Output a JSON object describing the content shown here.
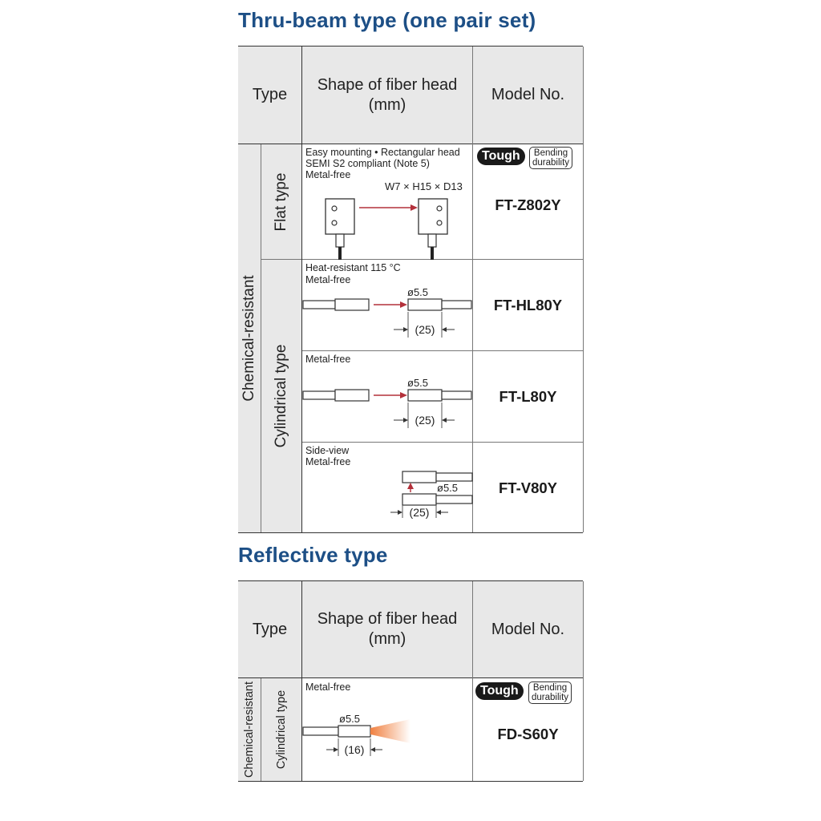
{
  "thru_beam": {
    "title": "Thru-beam type (one pair set)",
    "headers": {
      "type": "Type",
      "shape": "Shape of fiber head\n(mm)",
      "model": "Model No."
    },
    "category": "Chemical-resistant",
    "groups": [
      {
        "label": "Flat type"
      },
      {
        "label": "Cylindrical type"
      }
    ],
    "rows": [
      {
        "notes": [
          "Easy mounting • Rectangular head",
          "SEMI S2 compliant (Note 5)",
          "Metal-free"
        ],
        "dimension": "W7 × H15 × D13",
        "model": "FT-Z802Y",
        "badges": [
          "Tough",
          "Bending\ndurability"
        ]
      },
      {
        "notes": [
          "Heat-resistant 115 °C",
          "Metal-free"
        ],
        "diameter": "ø5.5",
        "length": "(25)",
        "model": "FT-HL80Y"
      },
      {
        "notes": [
          "Metal-free"
        ],
        "diameter": "ø5.5",
        "length": "(25)",
        "model": "FT-L80Y"
      },
      {
        "notes": [
          "Side-view",
          "Metal-free"
        ],
        "diameter": "ø5.5",
        "length": "(25)",
        "model": "FT-V80Y"
      }
    ]
  },
  "reflective": {
    "title": "Reflective type",
    "headers": {
      "type": "Type",
      "shape": "Shape of fiber head\n(mm)",
      "model": "Model No."
    },
    "category": "Chemical-resistant",
    "group": "Cylindrical type",
    "row": {
      "notes": [
        "Metal-free"
      ],
      "diameter": "ø5.5",
      "length": "(16)",
      "model": "FD-S60Y",
      "badges": [
        "Tough",
        "Bending\ndurability"
      ]
    }
  },
  "colors": {
    "title": "#1d4f86",
    "header_bg": "#e8e8e8",
    "arrow": "#b3303a",
    "emission": "#f08040"
  }
}
